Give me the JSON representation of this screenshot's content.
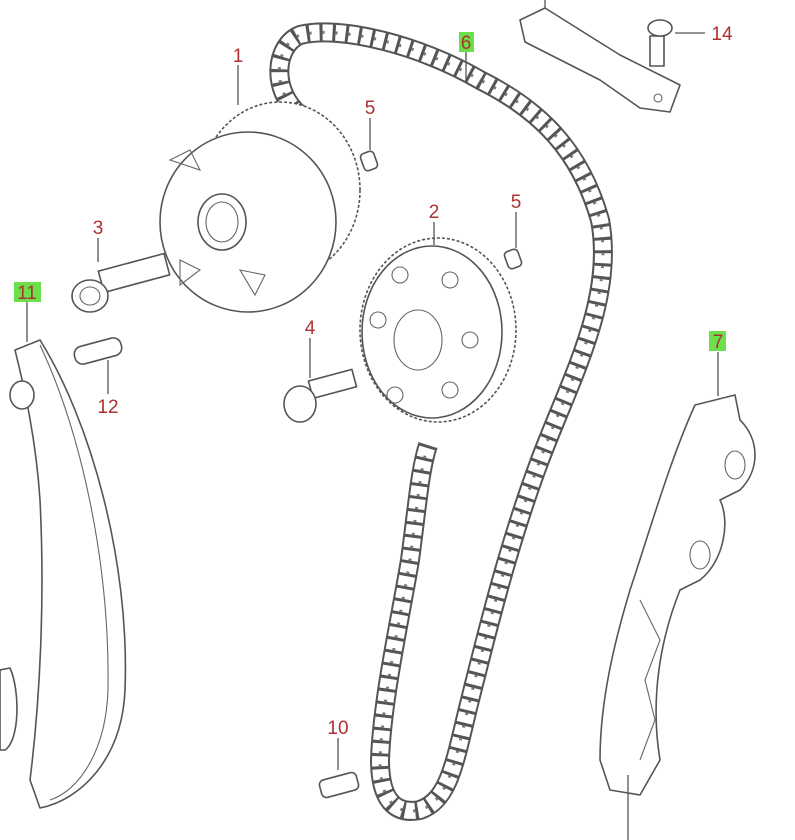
{
  "diagram": {
    "title": "Timing chain parts diagram",
    "callouts": [
      {
        "id": "1",
        "label": "1",
        "part": "cam-phaser-sprocket",
        "highlighted": false
      },
      {
        "id": "2",
        "label": "2",
        "part": "camshaft-sprocket",
        "highlighted": false
      },
      {
        "id": "3",
        "label": "3",
        "part": "sprocket-bolt",
        "highlighted": false
      },
      {
        "id": "4",
        "label": "4",
        "part": "sprocket-bolt",
        "highlighted": false
      },
      {
        "id": "5a",
        "label": "5",
        "part": "dowel-pin",
        "highlighted": false
      },
      {
        "id": "5b",
        "label": "5",
        "part": "dowel-pin",
        "highlighted": false
      },
      {
        "id": "6",
        "label": "6",
        "part": "timing-chain",
        "highlighted": true
      },
      {
        "id": "7",
        "label": "7",
        "part": "chain-guide",
        "highlighted": true
      },
      {
        "id": "10",
        "label": "10",
        "part": "pin",
        "highlighted": false
      },
      {
        "id": "11",
        "label": "11",
        "part": "tensioner-guide",
        "highlighted": true
      },
      {
        "id": "12",
        "label": "12",
        "part": "pin",
        "highlighted": false
      },
      {
        "id": "14",
        "label": "14",
        "part": "bolt",
        "highlighted": false
      }
    ],
    "colors": {
      "label": "#b03030",
      "highlight": "#6be04a",
      "line": "#555555"
    }
  }
}
